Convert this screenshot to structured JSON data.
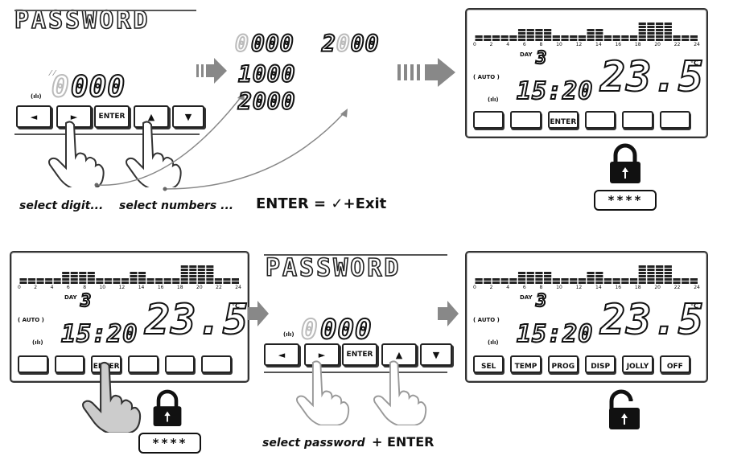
{
  "title": "PASSWORD",
  "entry": {
    "digits": "0000",
    "first_digit": "0",
    "rest_digits": "000"
  },
  "sequence": {
    "row1": "0000",
    "row1b": "2000",
    "row2": "1000",
    "row3": "2000"
  },
  "keypad": {
    "left": "◄",
    "right": "►",
    "enter": "ENTER",
    "up": "▲",
    "down": "▼"
  },
  "captions": {
    "select_digit": "select digit...",
    "select_numbers": "select numbers ...",
    "enter_exit": "ENTER = ✓+Exit",
    "select_password": "select password",
    "plus_enter": "+ ENTER"
  },
  "display": {
    "day_label": "DAY",
    "day": "3",
    "time": "15:20",
    "temp": "23.5",
    "unit": "°C",
    "auto": "AUTO",
    "ticks": [
      "0",
      "2",
      "4",
      "6",
      "8",
      "10",
      "12",
      "14",
      "16",
      "18",
      "20",
      "22",
      "24"
    ]
  },
  "func_buttons": [
    "SEL",
    "TEMP",
    "PROG",
    "DISP",
    "JOLLY",
    "OFF"
  ],
  "lock": {
    "code": "****"
  }
}
